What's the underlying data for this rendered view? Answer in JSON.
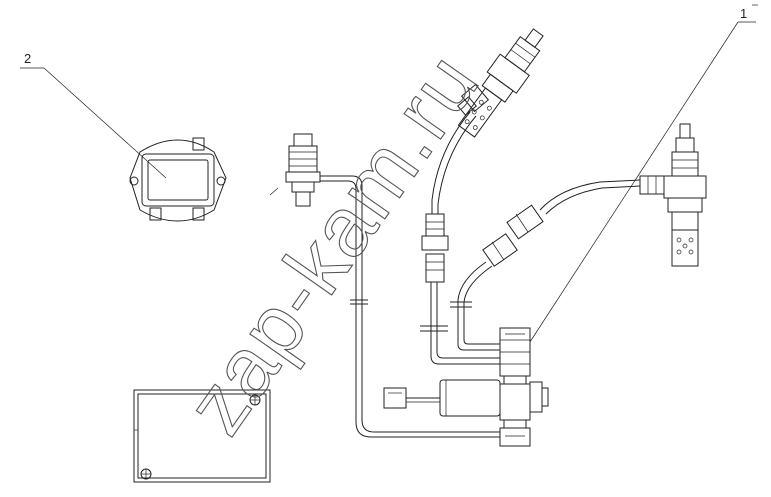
{
  "callouts": {
    "item_1": "1",
    "item_2": "2"
  },
  "watermark": {
    "text": "zap-kam.ru"
  },
  "colors": {
    "line": "#222222",
    "background": "#ffffff"
  }
}
